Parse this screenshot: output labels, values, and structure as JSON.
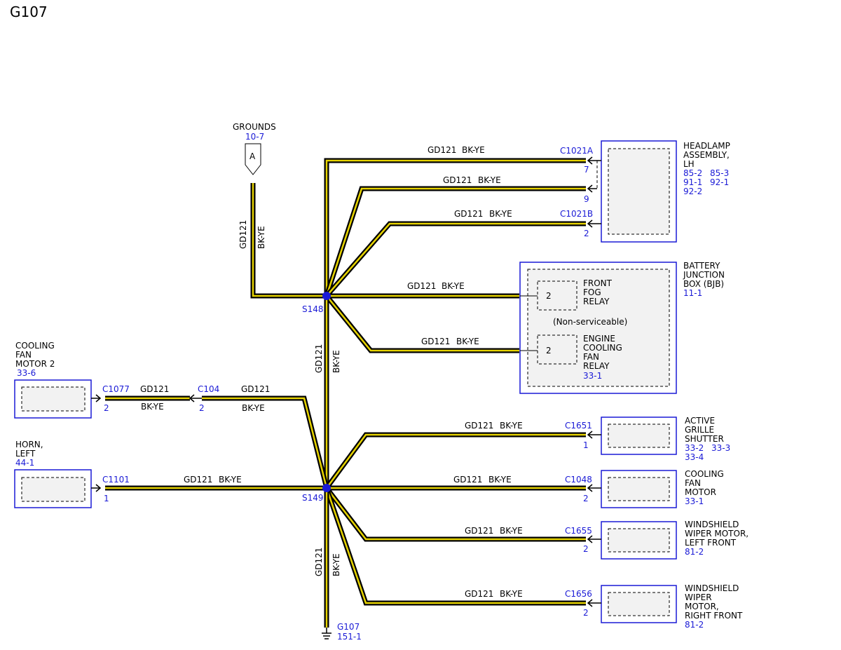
{
  "title": "G107",
  "wire_circuit": "GD121",
  "wire_color": "BK-YE",
  "colors": {
    "wire_outer": "#000000",
    "wire_inner": "#e6d300",
    "ref_blue": "#1a1ad6",
    "splice": "#1a1ad6"
  },
  "grounds": {
    "label": "GROUNDS",
    "ref": "10-7",
    "pin": "A"
  },
  "splices": {
    "upper": "S148",
    "lower": "S149"
  },
  "ground_point": {
    "name": "G107",
    "ref": "151-1",
    "icon": "ground-symbol-icon"
  },
  "components": {
    "headlamp": {
      "name": [
        "HEADLAMP",
        "ASSEMBLY,",
        "LH"
      ],
      "refs": [
        "85-2",
        "85-3",
        "91-1",
        "92-1",
        "92-2"
      ],
      "connector_a": "C1021A",
      "pin_a1": "7",
      "pin_a2": "9",
      "connector_b": "C1021B",
      "pin_b": "2"
    },
    "bjb": {
      "name": [
        "BATTERY",
        "JUNCTION",
        "BOX (BJB)"
      ],
      "ref": "11-1",
      "note": "(Non-serviceable)",
      "fog_relay": {
        "pin": "2",
        "name": [
          "FRONT",
          "FOG",
          "RELAY"
        ]
      },
      "fan_relay": {
        "pin": "2",
        "name": [
          "ENGINE",
          "COOLING",
          "FAN",
          "RELAY"
        ],
        "ref": "33-1"
      }
    },
    "grille": {
      "name": [
        "ACTIVE",
        "GRILLE",
        "SHUTTER"
      ],
      "refs": [
        "33-2",
        "33-3",
        "33-4"
      ],
      "connector": "C1651",
      "pin": "1"
    },
    "cooling_fan": {
      "name": [
        "COOLING",
        "FAN",
        "MOTOR"
      ],
      "ref": "33-1",
      "connector": "C1048",
      "pin": "2"
    },
    "wiper_left": {
      "name": [
        "WINDSHIELD",
        "WIPER MOTOR,",
        "LEFT FRONT"
      ],
      "ref": "81-2",
      "connector": "C1655",
      "pin": "2"
    },
    "wiper_right": {
      "name": [
        "WINDSHIELD",
        "WIPER",
        "MOTOR,",
        "RIGHT FRONT"
      ],
      "ref": "81-2",
      "connector": "C1656",
      "pin": "2"
    },
    "fan_motor2": {
      "name": [
        "COOLING",
        "FAN",
        "MOTOR 2"
      ],
      "ref": "33-6",
      "connector": "C1077",
      "pin": "2",
      "inline_connector": "C104",
      "inline_pin": "2"
    },
    "horn": {
      "name": [
        "HORN,",
        "LEFT"
      ],
      "ref": "44-1",
      "connector": "C1101",
      "pin": "1"
    }
  }
}
